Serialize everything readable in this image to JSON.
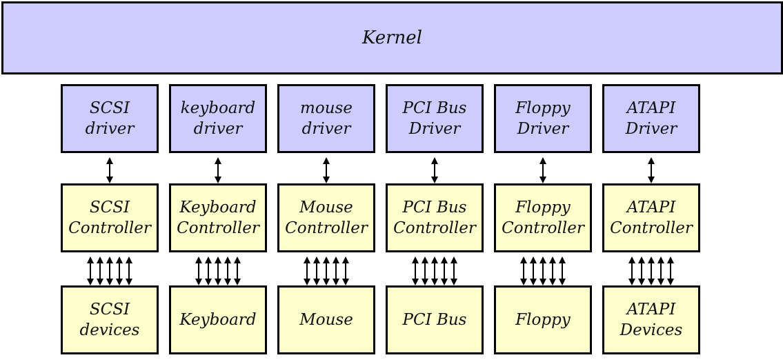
{
  "colors": {
    "kernel_fill": "#ccccff",
    "driver_fill": "#ccccff",
    "controller_fill": "#ffffcc",
    "device_fill": "#ffffcc",
    "stroke": "#000000"
  },
  "kernel": {
    "label": "Kernel"
  },
  "columns": [
    {
      "driver": "SCSI\ndriver",
      "controller": "SCSI\nController",
      "device": "SCSI\ndevices"
    },
    {
      "driver": "keyboard\ndriver",
      "controller": "Keyboard\nController",
      "device": "Keyboard"
    },
    {
      "driver": "mouse\ndriver",
      "controller": "Mouse\nController",
      "device": "Mouse"
    },
    {
      "driver": "PCI Bus\nDriver",
      "controller": "PCI Bus\nController",
      "device": "PCI Bus"
    },
    {
      "driver": "Floppy\nDriver",
      "controller": "Floppy\nController",
      "device": "Floppy"
    },
    {
      "driver": "ATAPI\nDriver",
      "controller": "ATAPI\nController",
      "device": "ATAPI\nDevices"
    }
  ],
  "bus_lines_per_link": 5
}
